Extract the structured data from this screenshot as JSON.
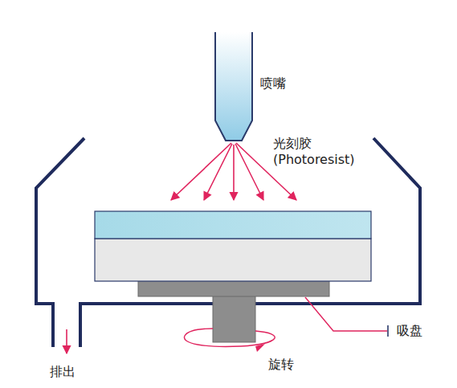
{
  "diagram": {
    "labels": [
      "喷嘴",
      "光刻胶 (Photoresist)",
      "吸盘",
      "旋转",
      "排出"
    ]
  }
}
